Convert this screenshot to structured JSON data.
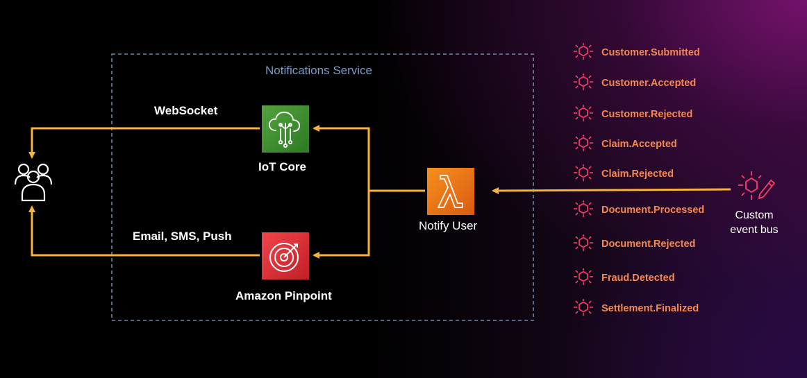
{
  "diagram": {
    "service_title": "Notifications Service",
    "websocket_label": "WebSocket",
    "email_label": "Email, SMS, Push",
    "iot_core_label": "IoT Core",
    "pinpoint_label": "Amazon Pinpoint",
    "notify_user_label": "Notify User",
    "bus_label_line1": "Custom",
    "bus_label_line2": "event bus",
    "events": [
      "Customer.Submitted",
      "Customer.Accepted",
      "Customer.Rejected",
      "Claim.Accepted",
      "Claim.Rejected",
      "Document.Processed",
      "Document.Rejected",
      "Fraud.Detected",
      "Settlement.Finalized"
    ],
    "icons": {
      "users": "users-icon",
      "iot_core": "iot-core-icon",
      "pinpoint": "pinpoint-icon",
      "lambda": "lambda-icon",
      "event": "event-icon",
      "event_bus": "event-bus-icon"
    },
    "colors": {
      "arrow": "#f7b43b",
      "event_text": "#f5874f",
      "event_icon": "#ff3d6b",
      "iot_green": "#3c8a2e",
      "pinpoint_red": "#d7262c",
      "lambda_orange": "#e46a11",
      "service_border": "#8aa2c4"
    }
  }
}
